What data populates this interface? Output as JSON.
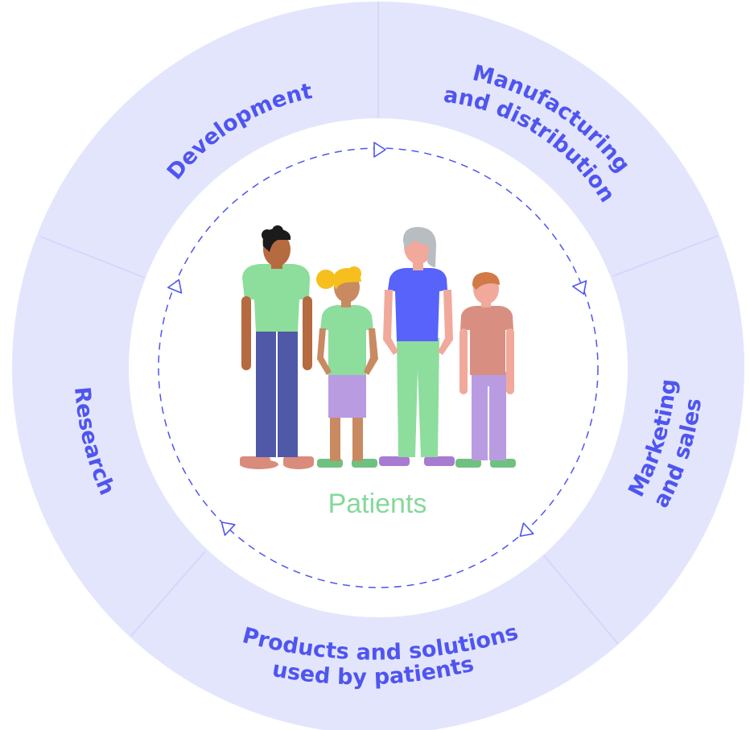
{
  "diagram": {
    "center_label": "Patients",
    "segments": [
      {
        "id": "development",
        "lines": [
          "Development"
        ]
      },
      {
        "id": "manufacturing",
        "lines": [
          "Manufacturing",
          "and distribution"
        ]
      },
      {
        "id": "marketing",
        "lines": [
          "Marketing",
          "and sales"
        ]
      },
      {
        "id": "products",
        "lines": [
          "Products and solutions",
          "used by patients"
        ]
      },
      {
        "id": "research",
        "lines": [
          "Research"
        ]
      }
    ],
    "colors": {
      "ring": "#e3e5fd",
      "ring_divider": "#d4d7fb",
      "label": "#4f55f0",
      "cycle": "#4f55f0",
      "center_label": "#86d89a"
    }
  }
}
